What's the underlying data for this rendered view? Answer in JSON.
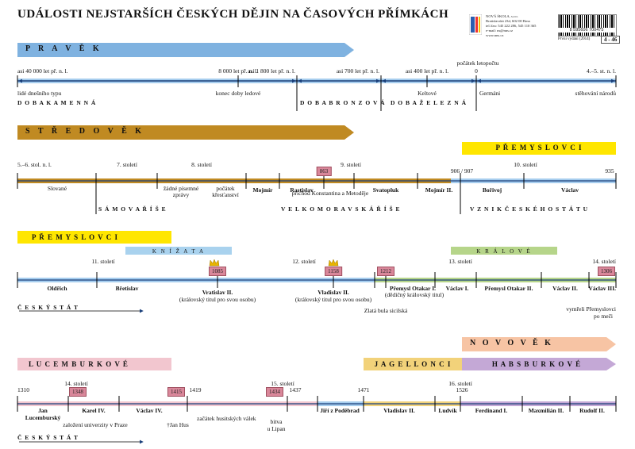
{
  "header": {
    "title": "UDÁLOSTI NEJSTARŠÍCH ČESKÝCH DĚJIN NA ČASOVÝCH PŘÍMKÁCH",
    "publisher_lines": [
      "NOVÁ ŠKOLA, s.r.o.",
      "Bratislavská 23d, 602 00 Brno",
      "tel./fax: 545 222 286, 545 110 365",
      "e-mail: ns@nns.cz",
      "www.nns.cz"
    ],
    "barcode_number": "8 595606 700475",
    "edition": "První vydání (2014)",
    "code": "4 - 46"
  },
  "colors": {
    "pravek": "#7fb2e0",
    "stredovek": "#c08a22",
    "premyslovci": "#ffe600",
    "kral": "#b6d58a",
    "knizata": "#a9d2ee",
    "lucemburkove": "#f2c6cf",
    "jagellonci": "#f2d27a",
    "habsburkove": "#c4a8d6",
    "novovek": "#f7c4a4",
    "year_badge": "#d9879a"
  },
  "row1": {
    "banner": "P R A V Ě K",
    "above": [
      "asi 40 000 let př. n. l.",
      "8 000 let př. n. l.",
      "asi 1 800 let př. n. l.",
      "asi 700 let př. n. l.",
      "asi 400 let př. n. l.",
      "0",
      "počátek letopočtu",
      "4.–5. st. n. l."
    ],
    "below": [
      "lidé dnešního typu",
      "konec doby ledové",
      "Keltové",
      "Germáni",
      "stěhování národů"
    ],
    "eras": [
      "D O B A  K A M E N N Á",
      "D O B A  B R O N Z O V Á",
      "D O B A  Ž E L E Z N Á"
    ]
  },
  "row2": {
    "banner": "S T Ř E D O V Ě K",
    "premyslovci": "P Ř E M Y S L O V C I",
    "above": [
      "5.–6. stol. n. l.",
      "7. století",
      "8. století",
      "9. století",
      "906 / 907",
      "10. století",
      "935"
    ],
    "badge": "863",
    "below": [
      "Slované",
      "žádné písemné zprávy",
      "počátek křesťanství",
      "Mojmír",
      "Rastislav",
      "příchod Konstantina a Metoděje",
      "Svatopluk",
      "Mojmír II.",
      "Bořivoj",
      "Václav"
    ],
    "eras": [
      "S Á M O V A  Ř Í Š E",
      "V E L K O M O R A V S K Á   Ř Í Š E",
      "V Z N I K   Č E S K É H O   S T Á T U"
    ]
  },
  "row3": {
    "banner": "P Ř E M Y S L O V C I",
    "knizata": "K N Í Ž A T A",
    "kralove": "K R Á L O V É",
    "above": [
      "11. století",
      "12. století",
      "13. století",
      "14. století"
    ],
    "badges": [
      "1085",
      "1158",
      "1212",
      "1306"
    ],
    "below": [
      "Oldřich",
      "Břetislav",
      "Vratislav II.",
      "(královský titul pro svou osobu)",
      "Vladislav II.",
      "(královský titul pro svou osobu)",
      "Přemysl Otakar I.",
      "(dědičný královský titul)",
      "Václav I.",
      "Přemysl Otakar II.",
      "Václav II.",
      "Václav III.",
      "Zlatá bula sicilská",
      "vymřeli Přemyslovci",
      "po meči"
    ],
    "state": "Č E S K Ý  S T Á T"
  },
  "row4": {
    "novovek": "N O V O V Ě K",
    "lucemburkove": "L U C E M B U R K O V É",
    "jagellonci": "J A G E L L O N C I",
    "habsburkove": "H A B S B U R K O V É",
    "above": [
      "1310",
      "14. století",
      "1419",
      "15. století",
      "1437",
      "1471",
      "16. století",
      "1526"
    ],
    "badges": [
      "1348",
      "1415",
      "1434"
    ],
    "below": [
      "Jan",
      "Lucemburský",
      "Karel IV.",
      "založení univerzity v Praze",
      "Václav IV.",
      "†Jan Hus",
      "začátek husitských válek",
      "bitva",
      "u Lipan",
      "Jiří z Poděbrad",
      "Vladislav II.",
      "Ludvík",
      "Ferdinand I.",
      "Maxmilián II.",
      "Rudolf II."
    ],
    "state": "Č E S K Ý  S T Á T"
  }
}
